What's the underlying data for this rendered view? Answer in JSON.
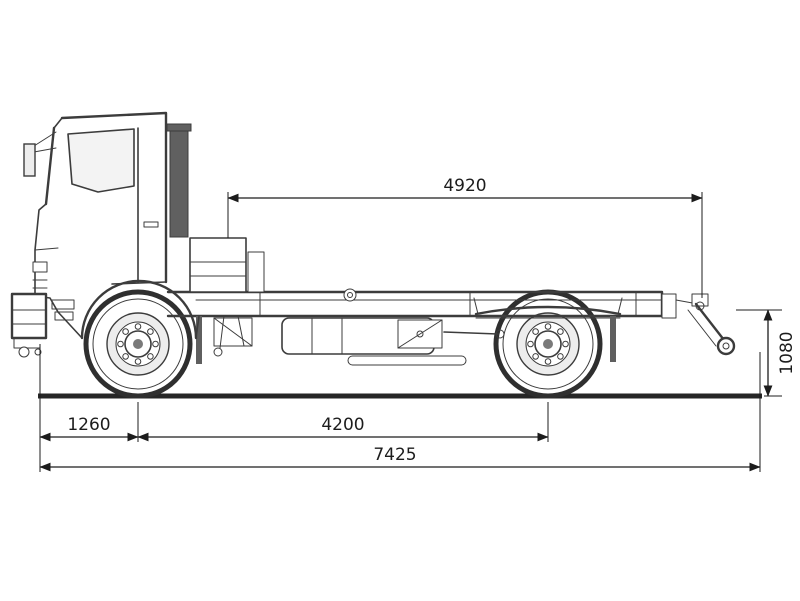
{
  "dimensions": {
    "cab_to_rear_end": "4920",
    "rear_frame_height": "1080",
    "front_overhang": "1260",
    "wheelbase": "4200",
    "overall_length": "7425"
  },
  "colors": {
    "background": "#ffffff",
    "drawing_line": "#3c3c3c",
    "dimension_line": "#1c1c1c",
    "dark_fill": "#606060",
    "light_fill": "#ededed",
    "ground_line": "#262626"
  }
}
